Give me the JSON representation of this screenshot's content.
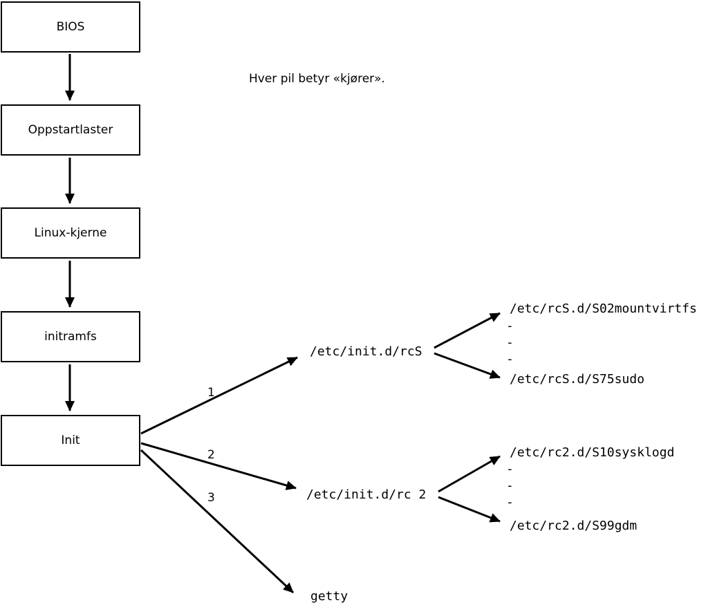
{
  "note": "Hver pil betyr «kjører».",
  "boxes": [
    "BIOS",
    "Oppstartlaster",
    "Linux-kjerne",
    "initramfs",
    "Init"
  ],
  "arrow_labels": {
    "first": "1",
    "second": "2",
    "third": "3"
  },
  "nodes": {
    "rcS": "/etc/init.d/rcS",
    "rc2": "/etc/init.d/rc 2",
    "getty": "getty"
  },
  "leaves": {
    "rcS_top": "/etc/rcS.d/S02mountvirtfs",
    "rcS_dashes": [
      "-",
      "-",
      "-"
    ],
    "rcS_bottom": "/etc/rcS.d/S75sudo",
    "rc2_top": "/etc/rc2.d/S10sysklogd",
    "rc2_dashes": [
      "-",
      "-",
      "-"
    ],
    "rc2_bottom": "/etc/rc2.d/S99gdm"
  },
  "colors": {
    "background": "#ffffff",
    "line": "#000000",
    "box_border": "#000000",
    "text": "#000000"
  }
}
